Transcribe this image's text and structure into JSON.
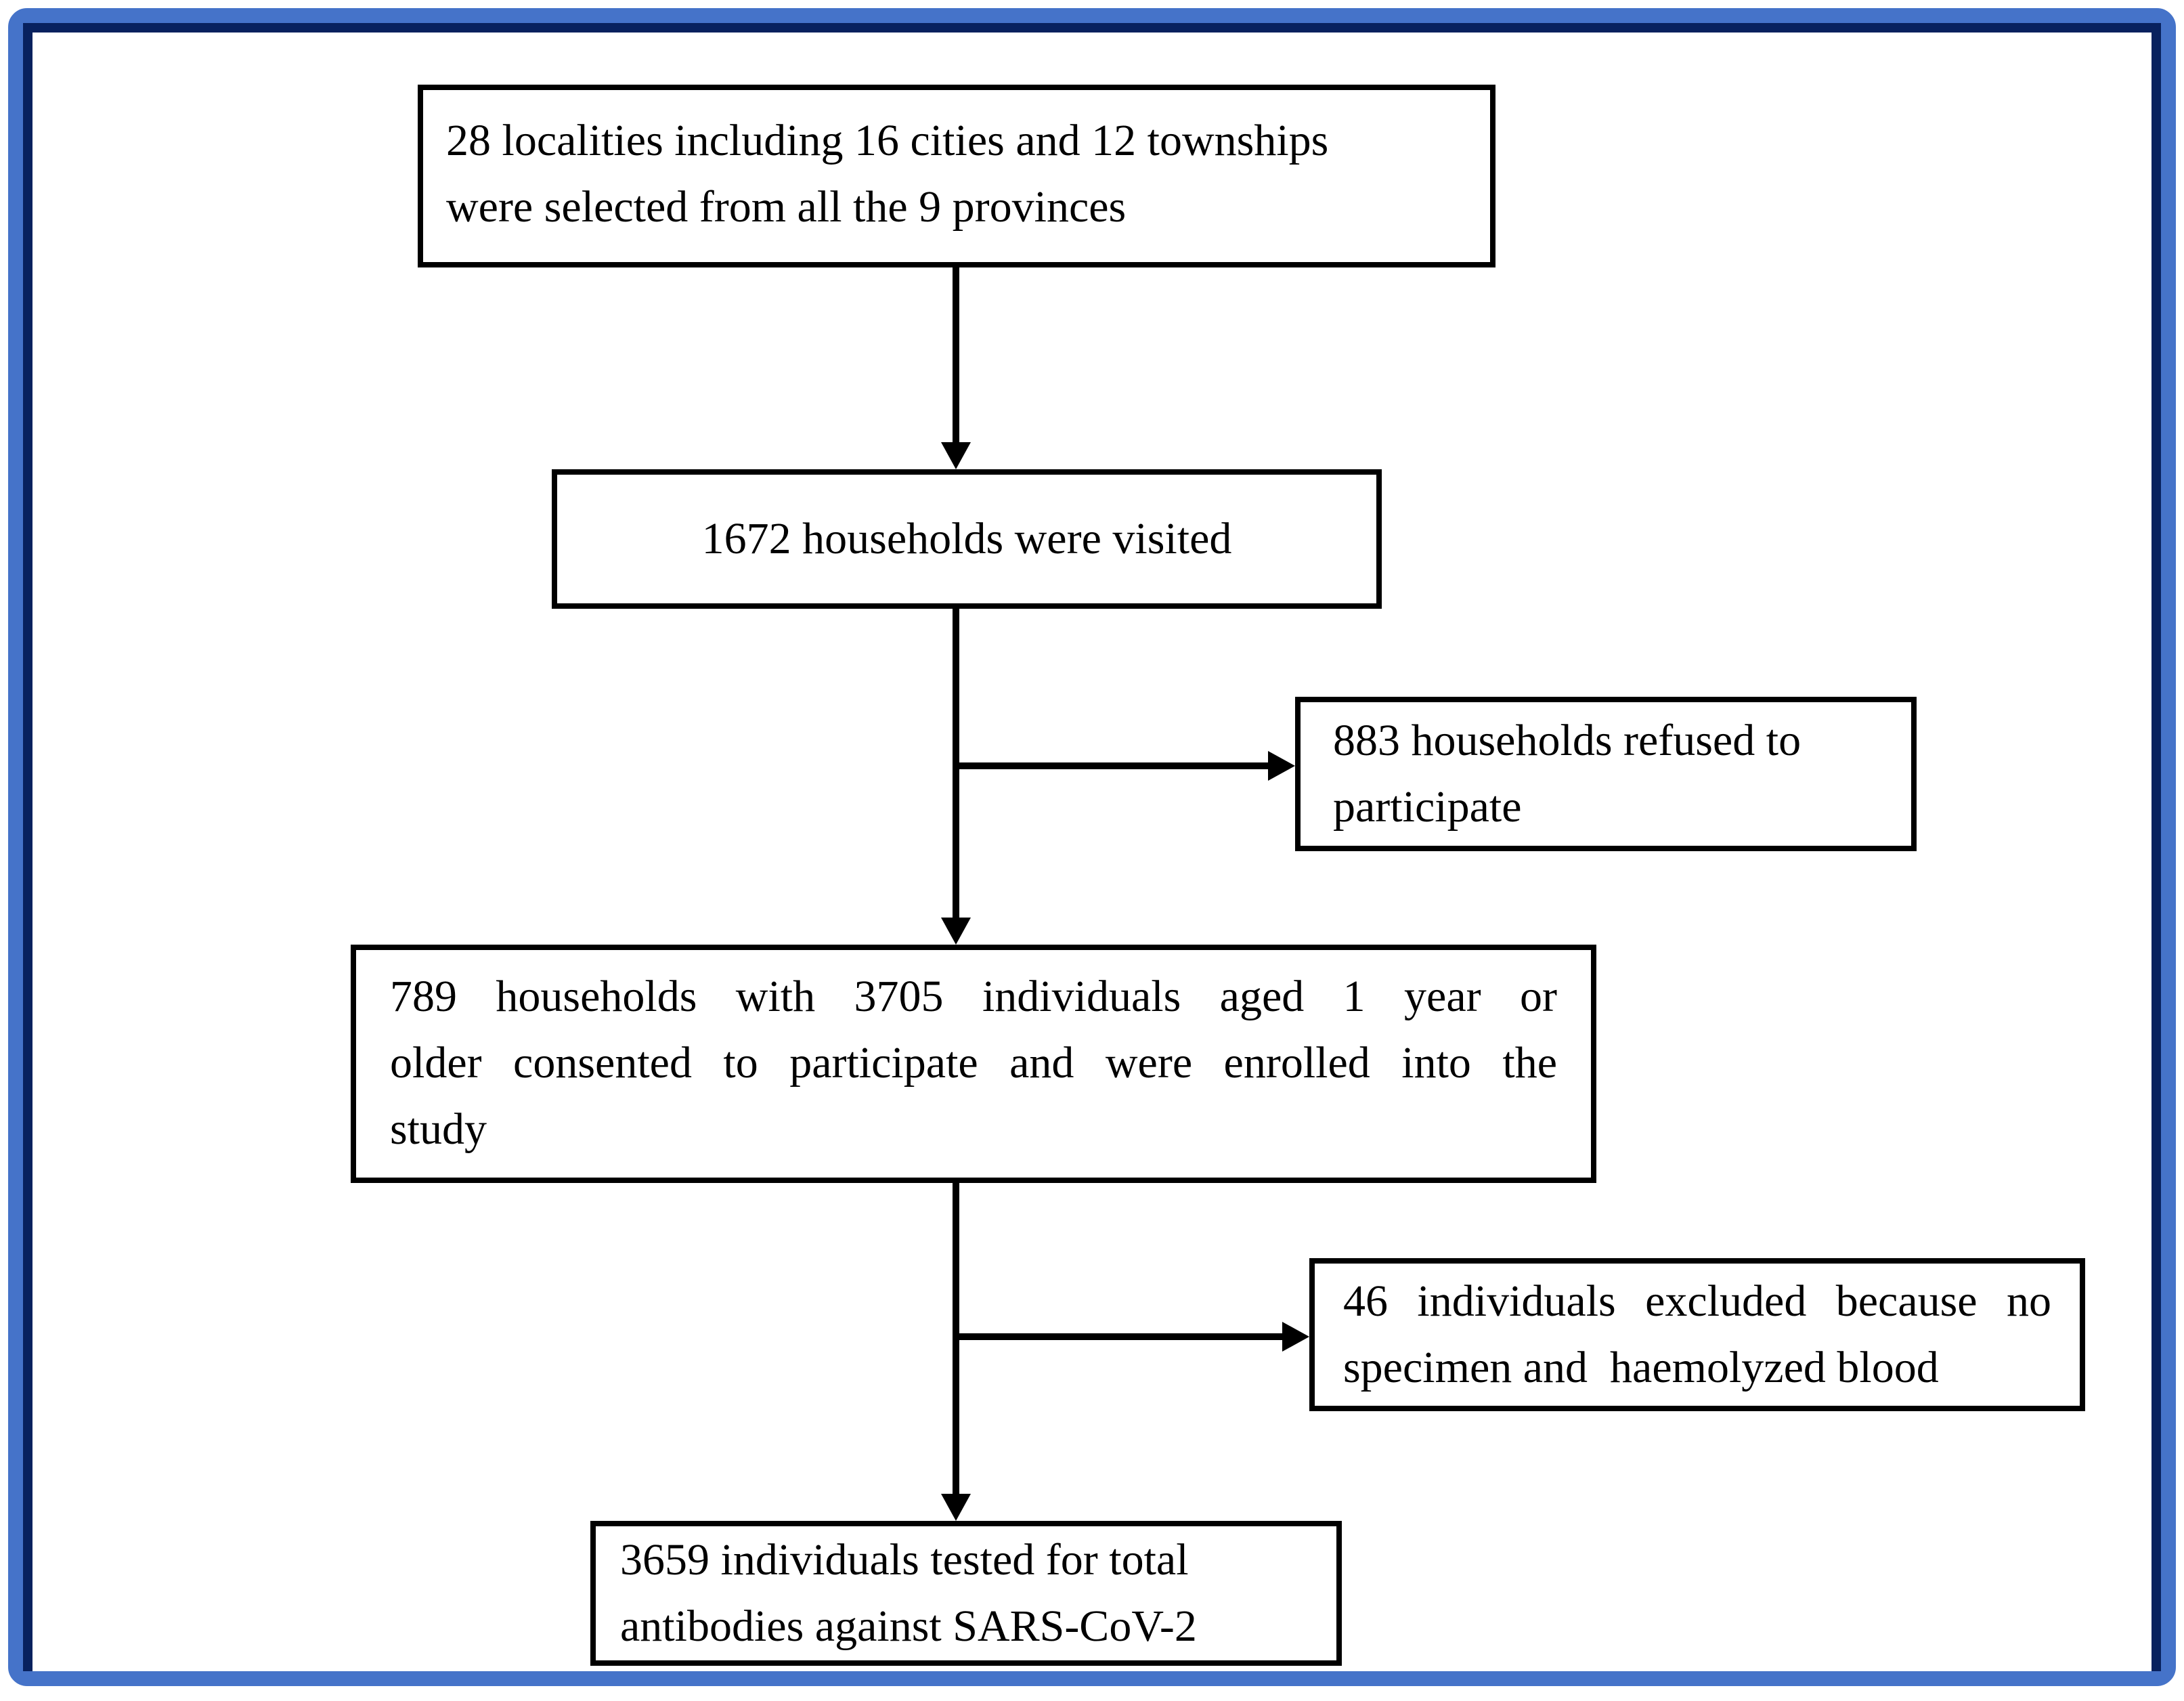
{
  "figure": {
    "type": "flowchart",
    "background": "#FFFFFF",
    "frame": {
      "outer_border_color": "#4573C9",
      "inner_border_color": "#08215E"
    },
    "line_color": "#000000",
    "box_border_color": "#000000",
    "text_color": "#000000",
    "nodes": [
      {
        "id": "localities",
        "text": "28 localities including 16 cities and 12 townships were selected from all the 9 provinces",
        "lines": [
          "28 localities including 16 cities and 12 townships",
          "were selected from all the 9 provinces"
        ]
      },
      {
        "id": "visited",
        "text": "1672 households were visited",
        "lines": [
          "1672 households were visited"
        ]
      },
      {
        "id": "refused",
        "text": "883 households refused to participate",
        "lines": [
          "883 households refused to",
          "participate"
        ]
      },
      {
        "id": "enrolled",
        "text": "789 households with 3705 individuals aged 1 year or older consented to participate and were enrolled into the study",
        "lines": [
          "789 households with 3705 individuals aged 1 year or",
          "older consented to participate and were enrolled into the",
          "study"
        ]
      },
      {
        "id": "excluded",
        "text": "46 individuals excluded because no specimen and  haemolyzed blood",
        "lines": [
          "46 individuals excluded because no",
          "specimen and  haemolyzed blood"
        ]
      },
      {
        "id": "tested",
        "text": "3659 individuals tested for total antibodies against SARS-CoV-2",
        "lines": [
          "3659 individuals tested for total",
          "antibodies against SARS-CoV-2"
        ]
      }
    ],
    "edges": [
      {
        "from": "localities",
        "to": "visited",
        "kind": "down-arrow"
      },
      {
        "from": "visited",
        "to": "enrolled",
        "kind": "down-arrow"
      },
      {
        "from": "visited",
        "to": "refused",
        "kind": "side-branch-right-arrow"
      },
      {
        "from": "enrolled",
        "to": "tested",
        "kind": "down-arrow"
      },
      {
        "from": "enrolled",
        "to": "excluded",
        "kind": "side-branch-right-arrow"
      }
    ]
  }
}
